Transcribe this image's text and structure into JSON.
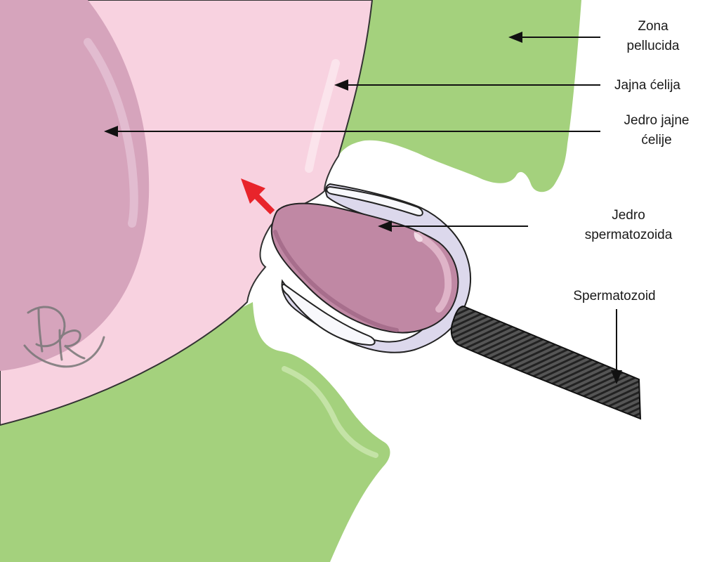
{
  "labels": {
    "zona_pellucida": [
      "Zona",
      "pellucida"
    ],
    "jajna_celija": [
      "Jajna ćelija"
    ],
    "jedro_jajne_celije": [
      "Jedro jajne",
      "ćelije"
    ],
    "jedro_spermatozoida": [
      "Jedro",
      "spermatozoida"
    ],
    "spermatozoid": [
      "Spermatozoid"
    ]
  },
  "watermark": "DR",
  "colors": {
    "zona": "#a4d17d",
    "oocyte": "#f8d2e0",
    "oocyte_nucleus": "#d6a4bc",
    "sperm_head": "#c088a4",
    "acrosome": "#dcd8ec",
    "tail": "#3c3c3c",
    "direction_arrow": "#e8242b"
  }
}
